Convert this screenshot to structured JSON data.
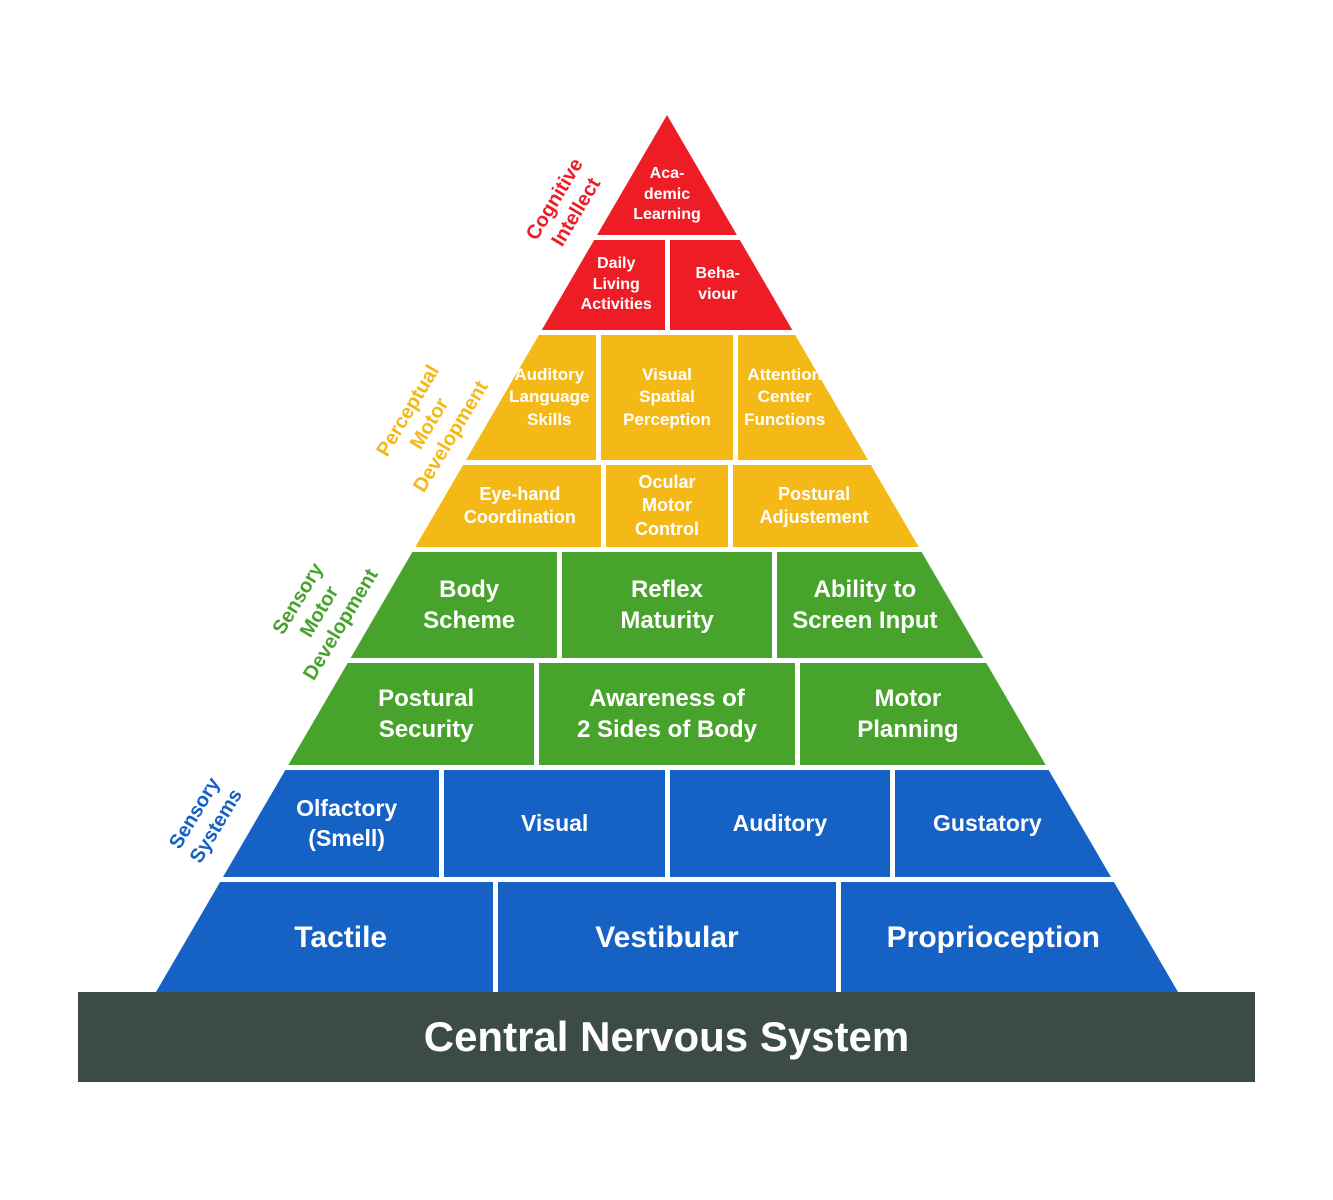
{
  "title": "Central Nervous System",
  "colors": {
    "red": "#ee1c25",
    "yellow": "#f5b917",
    "green": "#47a32b",
    "blue": "#1561c4",
    "base": "#3d4b45"
  },
  "side_labels": [
    {
      "id": "cognitive-intellect",
      "text": "Cognitive\nIntellect"
    },
    {
      "id": "perceptual-motor-development",
      "text": "Perceptual\nMotor\nDevelopment"
    },
    {
      "id": "sensory-motor-development",
      "text": "Sensory\nMotor\nDevelopment"
    },
    {
      "id": "sensory-systems",
      "text": "Sensory\nSystems"
    }
  ],
  "rows": [
    {
      "band": "red",
      "cells": [
        {
          "label": "Aca-\ndemic\nLearning"
        }
      ]
    },
    {
      "band": "red",
      "cells": [
        {
          "label": "Daily\nLiving\nActivities"
        },
        {
          "label": "Beha-\nviour"
        }
      ]
    },
    {
      "band": "yellow",
      "cells": [
        {
          "label": "Auditory\nLanguage\nSkills"
        },
        {
          "label": "Visual\nSpatial\nPerception"
        },
        {
          "label": "Attention\nCenter\nFunctions"
        }
      ]
    },
    {
      "band": "yellow",
      "cells": [
        {
          "label": "Eye-hand\nCoordination"
        },
        {
          "label": "Ocular\nMotor\nControl"
        },
        {
          "label": "Postural\nAdjustement"
        }
      ]
    },
    {
      "band": "green",
      "cells": [
        {
          "label": "Body\nScheme"
        },
        {
          "label": "Reflex\nMaturity"
        },
        {
          "label": "Ability to\nScreen Input"
        }
      ]
    },
    {
      "band": "green",
      "cells": [
        {
          "label": "Postural\nSecurity"
        },
        {
          "label": "Awareness of\n2 Sides of Body"
        },
        {
          "label": "Motor\nPlanning"
        }
      ]
    },
    {
      "band": "blue",
      "cells": [
        {
          "label": "Olfactory\n(Smell)"
        },
        {
          "label": "Visual"
        },
        {
          "label": "Auditory"
        },
        {
          "label": "Gustatory"
        }
      ]
    },
    {
      "band": "blue",
      "cells": [
        {
          "label": "Tactile"
        },
        {
          "label": "Vestibular"
        },
        {
          "label": "Proprioception"
        }
      ]
    }
  ]
}
